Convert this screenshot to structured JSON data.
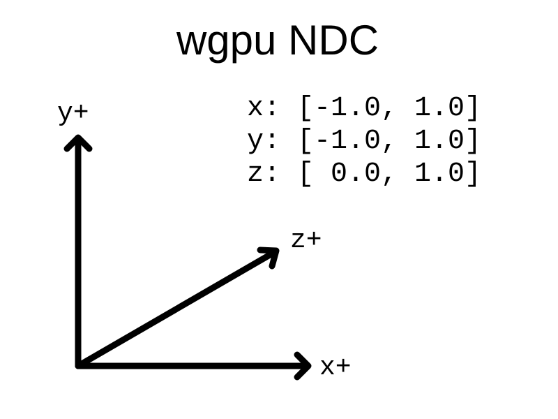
{
  "title": "wgpu NDC",
  "axes": {
    "x": {
      "label": "x+"
    },
    "y": {
      "label": "y+"
    },
    "z": {
      "label": "z+"
    }
  },
  "ranges": [
    "x: [-1.0, 1.0]",
    "y: [-1.0, 1.0]",
    "z: [ 0.0, 1.0]"
  ],
  "colors": {
    "stroke": "#000000",
    "background": "#ffffff"
  }
}
